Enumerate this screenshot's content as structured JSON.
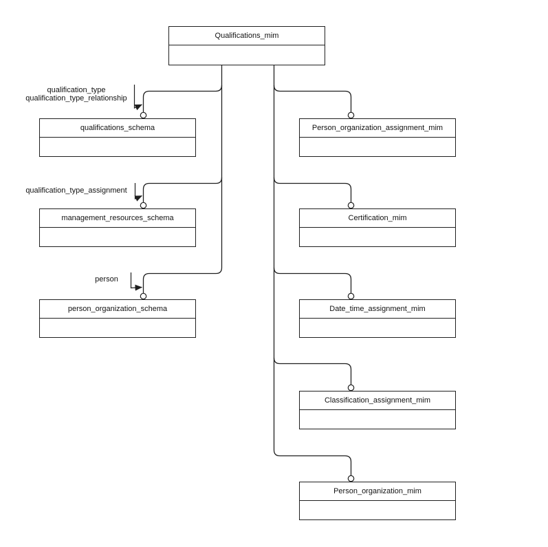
{
  "diagram": {
    "root": {
      "title": "Qualifications_mim"
    },
    "left_nodes": [
      {
        "title": "qualifications_schema"
      },
      {
        "title": "management_resources_schema"
      },
      {
        "title": "person_organization_schema"
      }
    ],
    "right_nodes": [
      {
        "title": "Person_organization_assignment_mim"
      },
      {
        "title": "Certification_mim"
      },
      {
        "title": "Date_time_assignment_mim"
      },
      {
        "title": "Classification_assignment_mim"
      },
      {
        "title": "Person_organization_mim"
      }
    ],
    "edge_labels": [
      {
        "lines": [
          "qualification_type",
          "qualification_type_relationship"
        ]
      },
      {
        "lines": [
          "qualification_type_assignment"
        ]
      },
      {
        "lines": [
          "person"
        ]
      }
    ],
    "colors": {
      "line": "#1f1f1f",
      "background": "#ffffff"
    }
  }
}
